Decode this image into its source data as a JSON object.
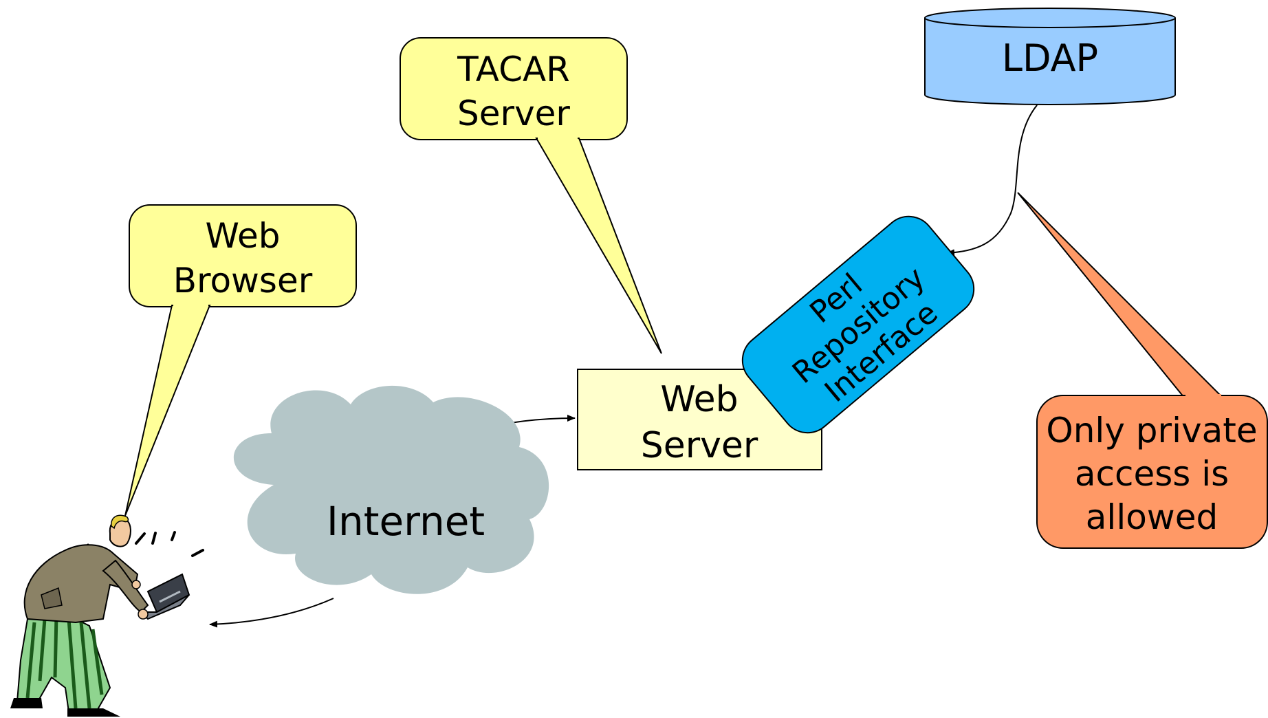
{
  "diagram": {
    "callouts": {
      "web_browser": {
        "line1": "Web",
        "line2": "Browser",
        "fill": "#FFFF99"
      },
      "tacar_server": {
        "line1": "TACAR",
        "line2": "Server",
        "fill": "#FFFF99"
      },
      "private_access": {
        "line1": "Only private",
        "line2": "access is",
        "line3": "allowed",
        "fill": "#FF9966"
      }
    },
    "ldap": {
      "label": "LDAP",
      "fill": "#99CCFF"
    },
    "web_server": {
      "line1": "Web",
      "line2": "Server",
      "fill": "#FFFFCC"
    },
    "perl_interface": {
      "line1": "Perl",
      "line2": "Repository",
      "line3": "Interface",
      "fill": "#00B0F0"
    },
    "internet": {
      "label": "Internet",
      "fill": "#B4C6C8"
    }
  }
}
